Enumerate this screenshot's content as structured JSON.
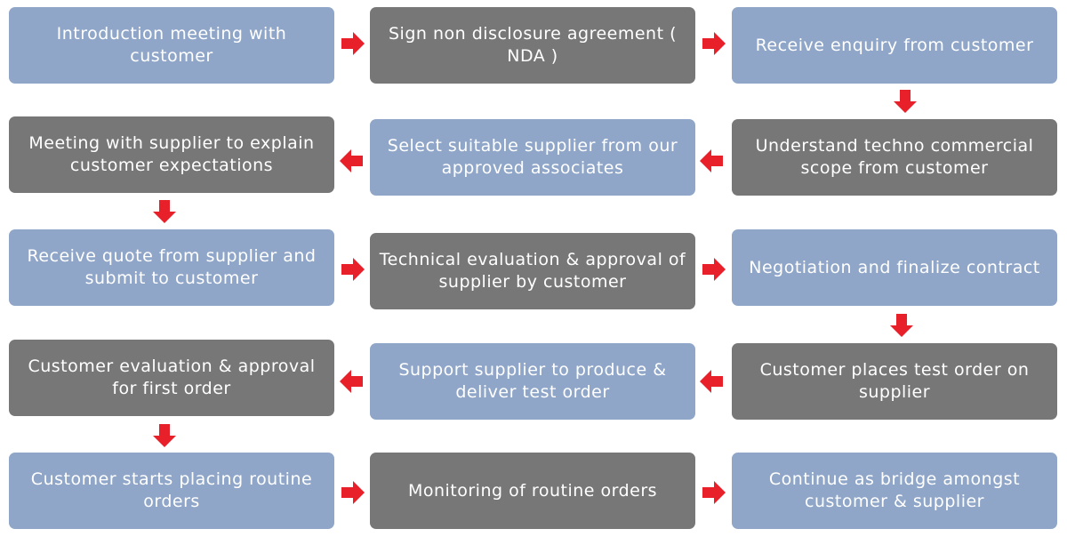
{
  "colors": {
    "blue_box": "#8fa6c8",
    "gray_box": "#777777",
    "arrow": "#e8202a",
    "text": "#ffffff"
  },
  "steps": [
    {
      "text": "Introduction meeting with customer"
    },
    {
      "text": "Sign non disclosure agreement ( NDA )"
    },
    {
      "text": "Receive enquiry from customer"
    },
    {
      "text": "Understand techno commercial scope from customer"
    },
    {
      "text": "Select suitable supplier from our approved associates"
    },
    {
      "text": "Meeting with supplier to explain customer expectations"
    },
    {
      "text": "Receive quote from supplier and submit to customer"
    },
    {
      "text": "Technical evaluation & approval of supplier by customer"
    },
    {
      "text": "Negotiation and finalize contract"
    },
    {
      "text": "Customer places test order on supplier"
    },
    {
      "text": "Support supplier to produce & deliver test order"
    },
    {
      "text": "Customer evaluation & approval for first order"
    },
    {
      "text": "Customer starts placing routine orders"
    },
    {
      "text": "Monitoring of routine orders"
    },
    {
      "text": "Continue as bridge amongst customer & supplier"
    }
  ]
}
